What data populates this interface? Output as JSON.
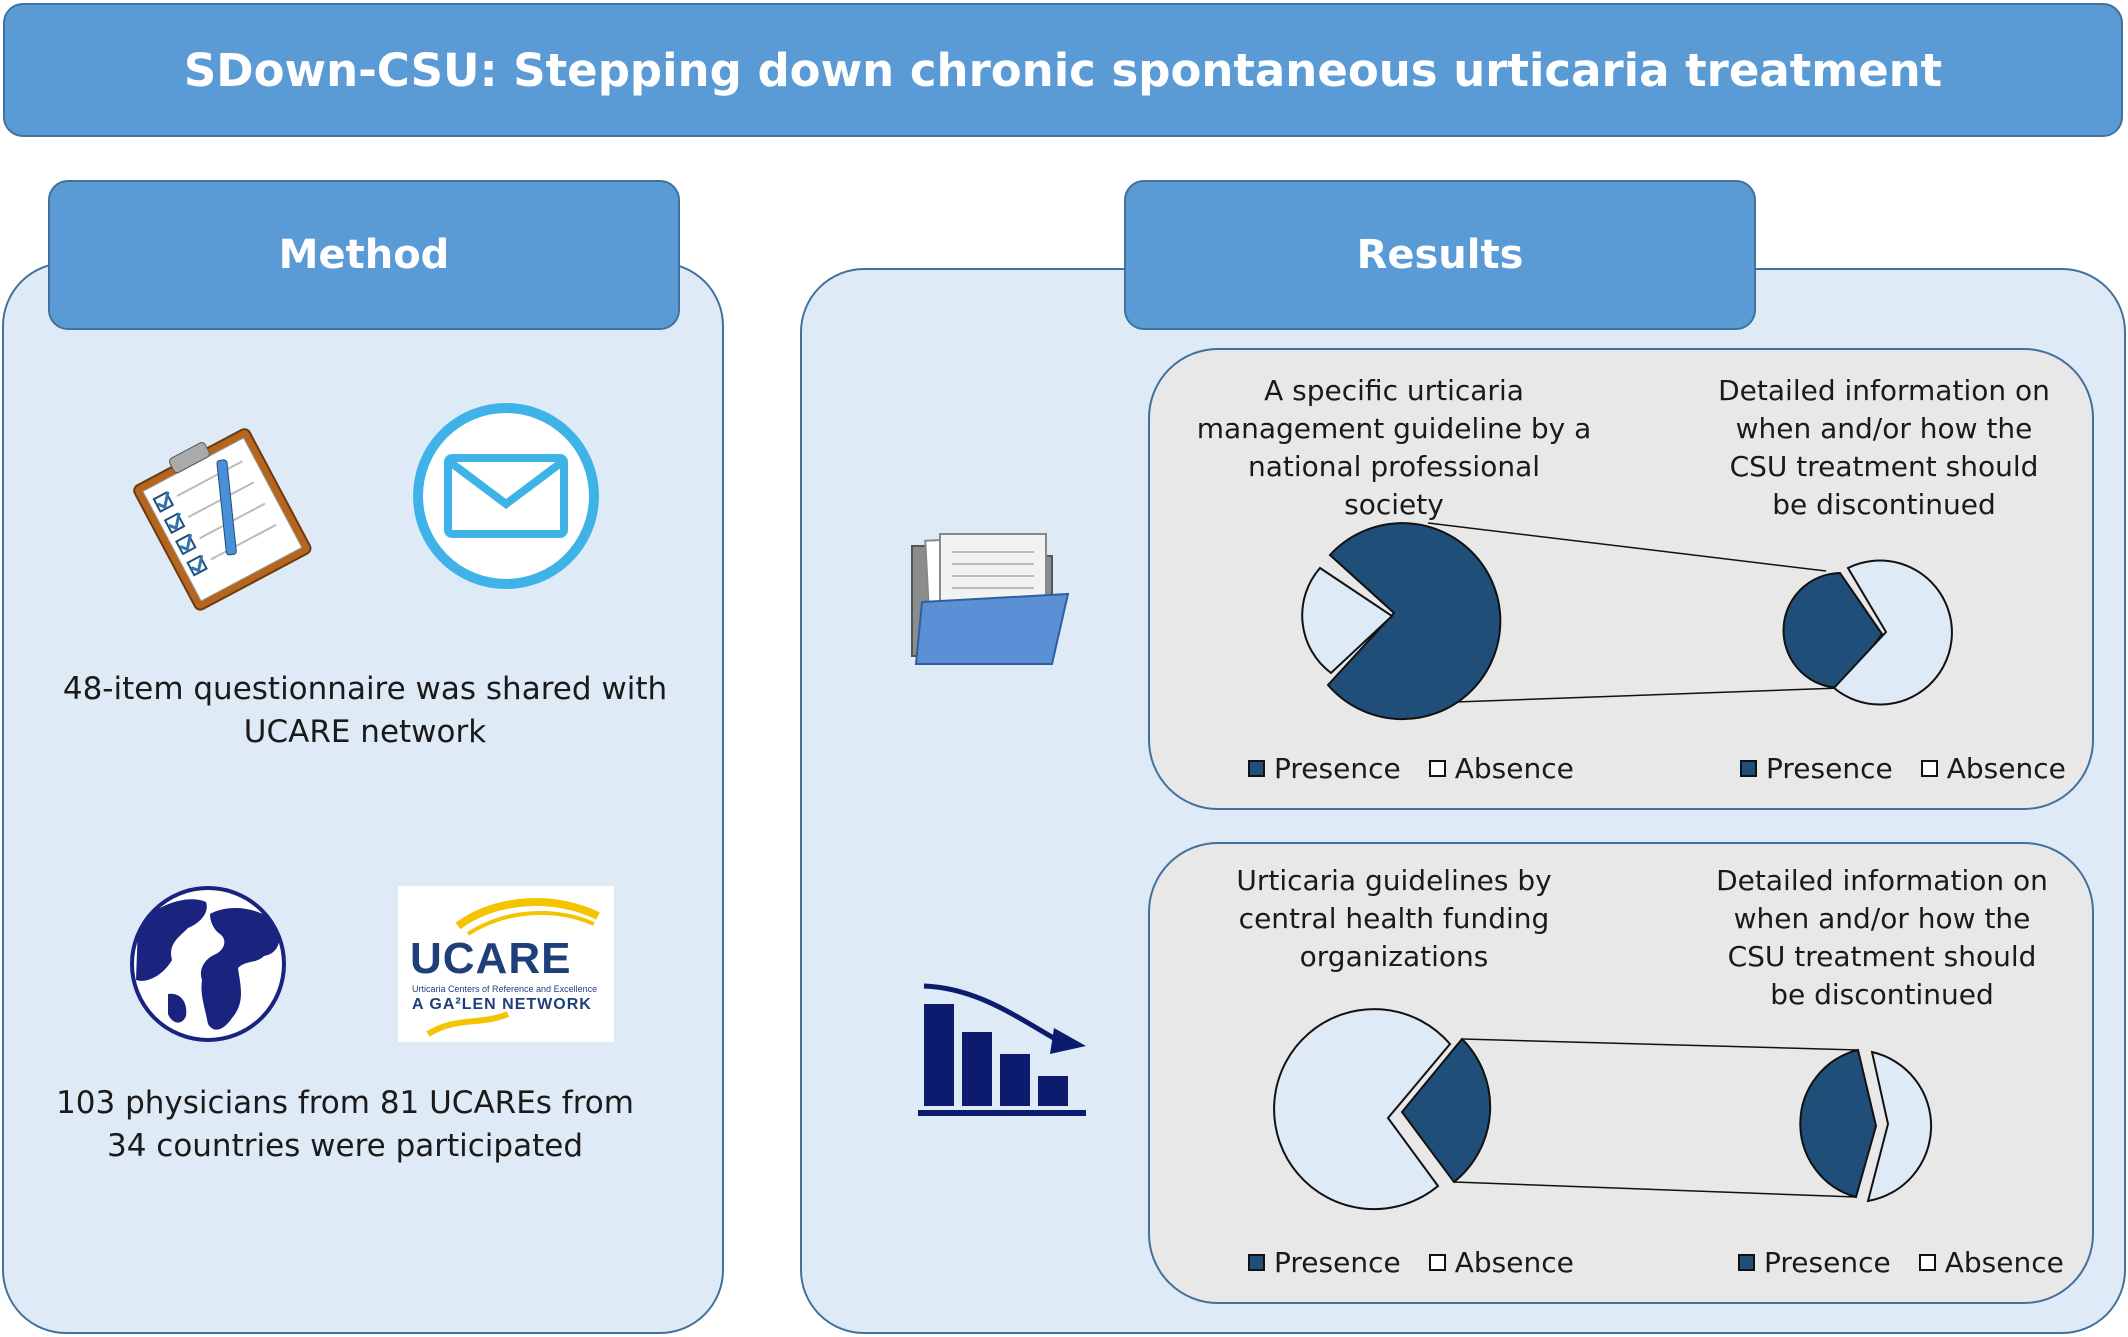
{
  "title": "SDown-CSU: Stepping down chronic spontaneous urticaria treatment",
  "method": {
    "heading": "Method",
    "questionnaire_text": "48-item questionnaire was shared with UCARE network",
    "participants_text": "103 physicians from 81 UCAREs from 34 countries were participated",
    "icons": [
      "clipboard-checklist-icon",
      "envelope-icon",
      "globe-icon",
      "ucare-logo"
    ],
    "ucare_logo": {
      "name": "UCARE",
      "subtitle": "Urticaria Centers of Reference and Excellence",
      "network": "A GA²LEN NETWORK"
    }
  },
  "results": {
    "heading": "Results",
    "icons": [
      "folder-documents-icon",
      "declining-bar-chart-icon"
    ],
    "cards": [
      {
        "left_label": "A specific urticaria management guideline by a national professional society",
        "right_label": "Detailed information on when and/or how the CSU treatment should be discontinued",
        "legend_presence": "Presence",
        "legend_absence": "Absence"
      },
      {
        "left_label": "Urticaria guidelines by central health funding organizations",
        "right_label": "Detailed information on when and/or how the CSU treatment should be discontinued",
        "legend_presence": "Presence",
        "legend_absence": "Absence"
      }
    ]
  },
  "colors": {
    "header_blue": "#5b9bd5",
    "border_blue": "#41719c",
    "panel_bg": "#deeaf6",
    "card_bg": "#e8e8e8",
    "presence": "#1f4e79",
    "absence": "#deeaf6"
  }
}
